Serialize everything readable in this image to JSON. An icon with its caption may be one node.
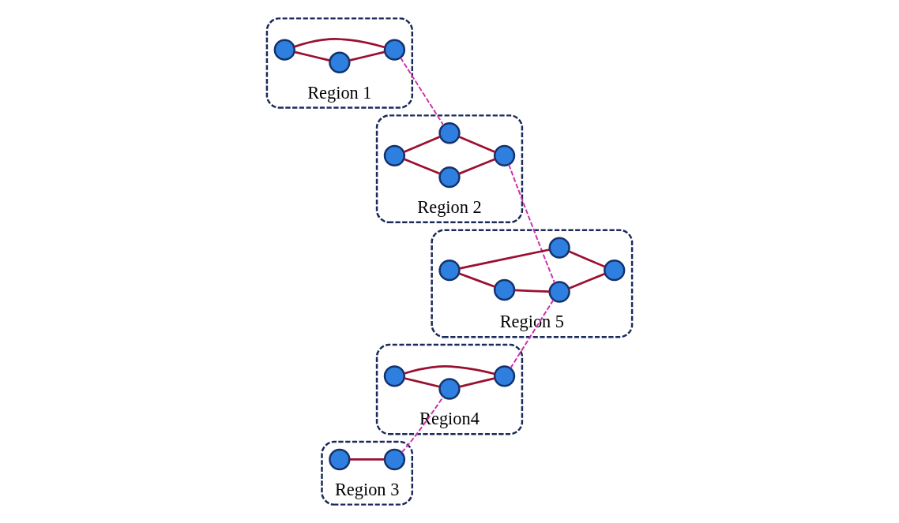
{
  "diagram": {
    "nodes": [
      {
        "text": [
          "Region 1"
        ]
      },
      {
        "text": [],
        "shape": "circle",
        "in": 0
      },
      {
        "text": [],
        "shape": "circle",
        "in": 0
      },
      {
        "text": [],
        "shape": "circle",
        "in": 0
      },
      {
        "text": [
          "Region 2"
        ]
      },
      {
        "text": [],
        "shape": "circle",
        "in": 4
      },
      {
        "text": [],
        "shape": "circle",
        "in": 4
      },
      {
        "text": [],
        "shape": "circle",
        "in": 4
      },
      {
        "text": [],
        "shape": "circle",
        "in": 4
      },
      {
        "text": [
          "Region 5"
        ]
      },
      {
        "text": [],
        "shape": "circle",
        "in": 9
      },
      {
        "text": [],
        "shape": "circle",
        "in": 9
      },
      {
        "text": [],
        "shape": "circle",
        "in": 9
      },
      {
        "text": [],
        "shape": "circle",
        "in": 9
      },
      {
        "text": [],
        "shape": "circle",
        "in": 9
      },
      {
        "text": [
          "Region 3"
        ]
      },
      {
        "text": [],
        "shape": "circle",
        "in": 15
      },
      {
        "text": [],
        "shape": "circle",
        "in": 15
      },
      {
        "text": [
          "Region4"
        ]
      },
      {
        "text": [],
        "shape": "circle",
        "in": 18
      },
      {
        "text": [],
        "shape": "circle",
        "in": 18
      },
      {
        "text": [],
        "shape": "circle",
        "in": 18
      }
    ],
    "edges": [
      {
        "from": 1,
        "to": 2,
        "arrow": "none"
      },
      {
        "from": 1,
        "to": 3,
        "arrow": "none"
      },
      {
        "from": 2,
        "to": 3,
        "arrow": "none"
      },
      {
        "from": 5,
        "to": 6,
        "arrow": "none"
      },
      {
        "from": 5,
        "to": 7,
        "arrow": "none"
      },
      {
        "from": 6,
        "to": 8,
        "arrow": "none"
      },
      {
        "from": 7,
        "to": 8,
        "arrow": "none"
      },
      {
        "from": 10,
        "to": 11,
        "arrow": "none"
      },
      {
        "from": 10,
        "to": 12,
        "arrow": "none"
      },
      {
        "from": 11,
        "to": 13,
        "arrow": "none"
      },
      {
        "from": 12,
        "to": 14,
        "arrow": "none"
      },
      {
        "from": 13,
        "to": 14,
        "arrow": "none"
      },
      {
        "from": 16,
        "to": 17,
        "arrow": "none"
      },
      {
        "from": 19,
        "to": 20,
        "arrow": "none"
      },
      {
        "from": 19,
        "to": 21,
        "arrow": "none"
      },
      {
        "from": 20,
        "to": 21,
        "arrow": "none"
      },
      {
        "from": 3,
        "to": 7,
        "arrow": "none",
        "style": "dashed",
        "color": "#cc33aa"
      },
      {
        "from": 8,
        "to": 13,
        "arrow": "none",
        "style": "dashed",
        "color": "#cc33aa"
      },
      {
        "from": 17,
        "to": 20,
        "arrow": "none",
        "style": "dashed",
        "color": "#cc33aa"
      },
      {
        "from": 21,
        "to": 13,
        "arrow": "none",
        "style": "dashed",
        "color": "#cc33aa"
      }
    ]
  }
}
